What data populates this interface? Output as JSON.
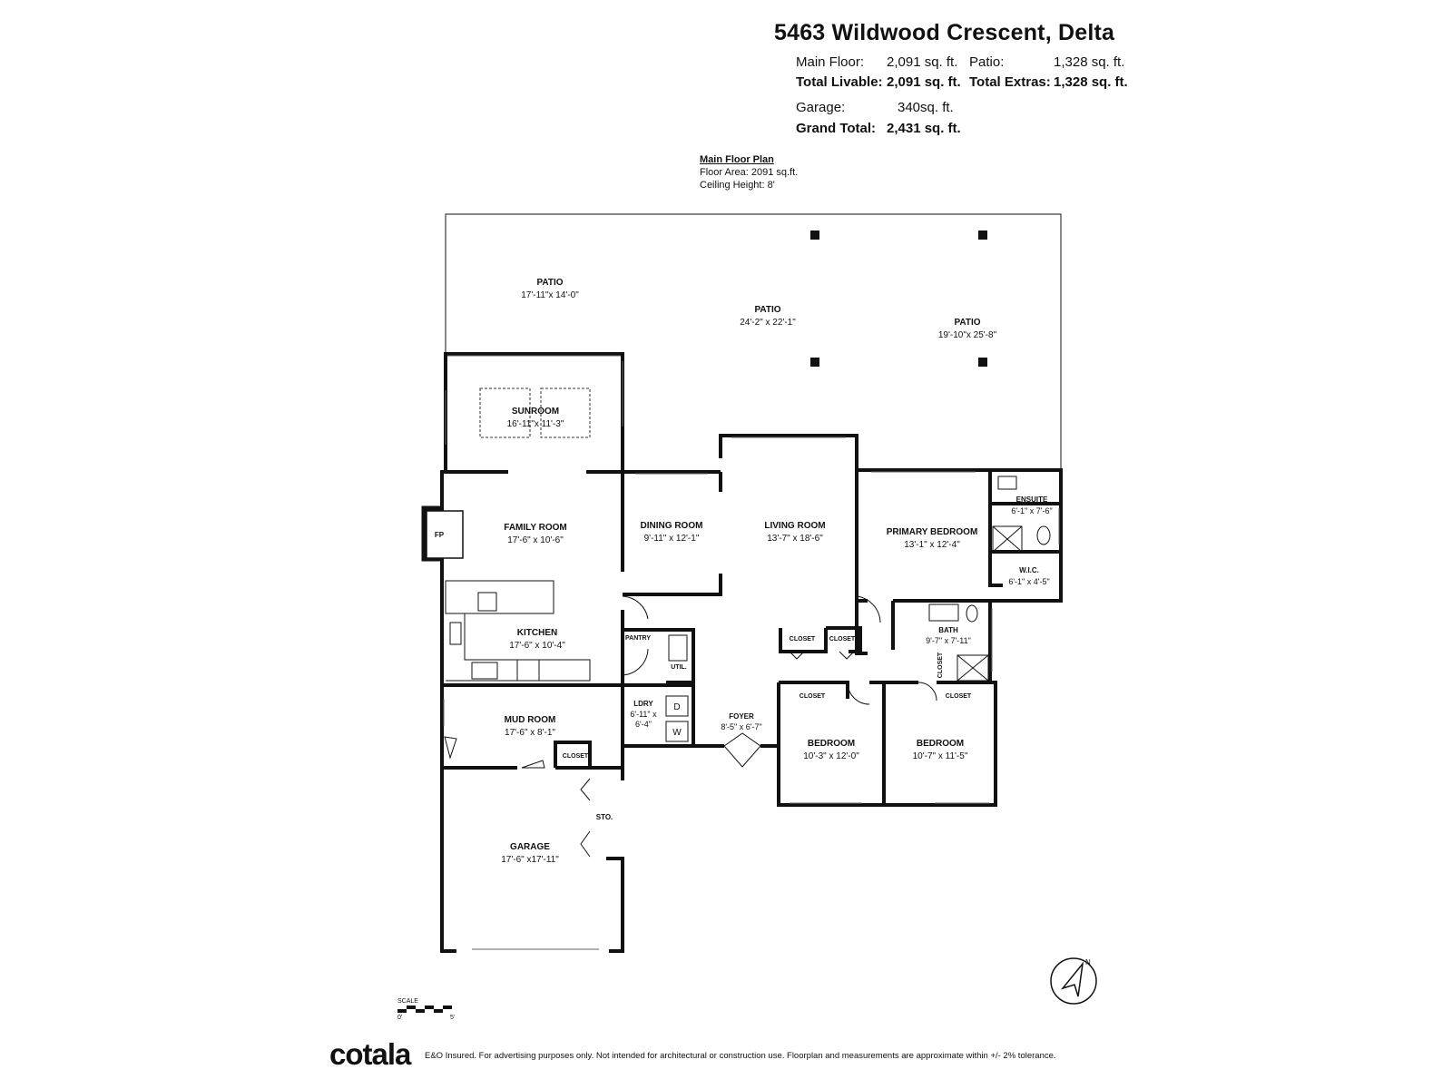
{
  "header": {
    "address": "5463 Wildwood Crescent, Delta",
    "main_floor_label": "Main Floor:",
    "main_floor_value": "2,091 sq. ft.",
    "patio_label": "Patio:",
    "patio_value": "1,328 sq. ft.",
    "total_livable_label": "Total Livable:",
    "total_livable_value": "2,091 sq. ft.",
    "total_extras_label": "Total Extras:",
    "total_extras_value": "1,328 sq. ft.",
    "garage_label": "Garage:",
    "garage_value": "340sq. ft.",
    "grand_total_label": "Grand Total:",
    "grand_total_value": "2,431 sq. ft."
  },
  "plan_info": {
    "title": "Main Floor Plan",
    "floor_area": "Floor Area: 2091 sq.ft.",
    "ceiling_height": "Ceiling Height: 8'"
  },
  "rooms": {
    "patio_left": {
      "name": "PATIO",
      "dims": "17'-11\"x 14'-0\""
    },
    "patio_center": {
      "name": "PATIO",
      "dims": "24'-2\" x 22'-1\""
    },
    "patio_right": {
      "name": "PATIO",
      "dims": "19'-10\"x 25'-8\""
    },
    "sunroom": {
      "name": "SUNROOM",
      "dims": "16'-11\"x 11'-3\""
    },
    "family_room": {
      "name": "FAMILY ROOM",
      "dims": "17'-6\" x 10'-6\""
    },
    "dining_room": {
      "name": "DINING ROOM",
      "dims": "9'-11\" x 12'-1\""
    },
    "living_room": {
      "name": "LIVING ROOM",
      "dims": "13'-7\" x 18'-6\""
    },
    "primary_bedroom": {
      "name": "PRIMARY BEDROOM",
      "dims": "13'-1\" x 12'-4\""
    },
    "ensuite": {
      "name": "ENSUITE",
      "dims": "6'-1\" x 7'-6\""
    },
    "wic": {
      "name": "W.I.C.",
      "dims": "6'-1\" x 4'-5\""
    },
    "kitchen": {
      "name": "KITCHEN",
      "dims": "17'-6\" x 10'-4\""
    },
    "bath": {
      "name": "BATH",
      "dims": "9'-7\" x 7'-11\""
    },
    "ldry": {
      "name": "LDRY",
      "dims_line1": "6'-11\" x",
      "dims_line2": "6'-4\""
    },
    "foyer": {
      "name": "FOYER",
      "dims": "8'-5\" x 6'-7\""
    },
    "mud_room": {
      "name": "MUD ROOM",
      "dims": "17'-6\" x 8'-1\""
    },
    "bedroom_1": {
      "name": "BEDROOM",
      "dims": "10'-3\" x 12'-0\""
    },
    "bedroom_2": {
      "name": "BEDROOM",
      "dims": "10'-7\" x 11'-5\""
    },
    "garage": {
      "name": "GARAGE",
      "dims": "17'-6\" x17'-11\""
    },
    "sto": {
      "name": "STO."
    }
  },
  "small_labels": {
    "pantry": "PANTRY",
    "util": "UTIL.",
    "closet": "CLOSET",
    "fp": "FP",
    "dryer": "D",
    "washer": "W"
  },
  "scale": {
    "label": "SCALE",
    "start": "0'",
    "end": "5'"
  },
  "footer": {
    "logo": "cotala",
    "disclaimer": "E&O Insured. For advertising purposes only. Not intended for architectural or construction use. Floorplan and measurements are approximate within +/- 2% tolerance."
  }
}
